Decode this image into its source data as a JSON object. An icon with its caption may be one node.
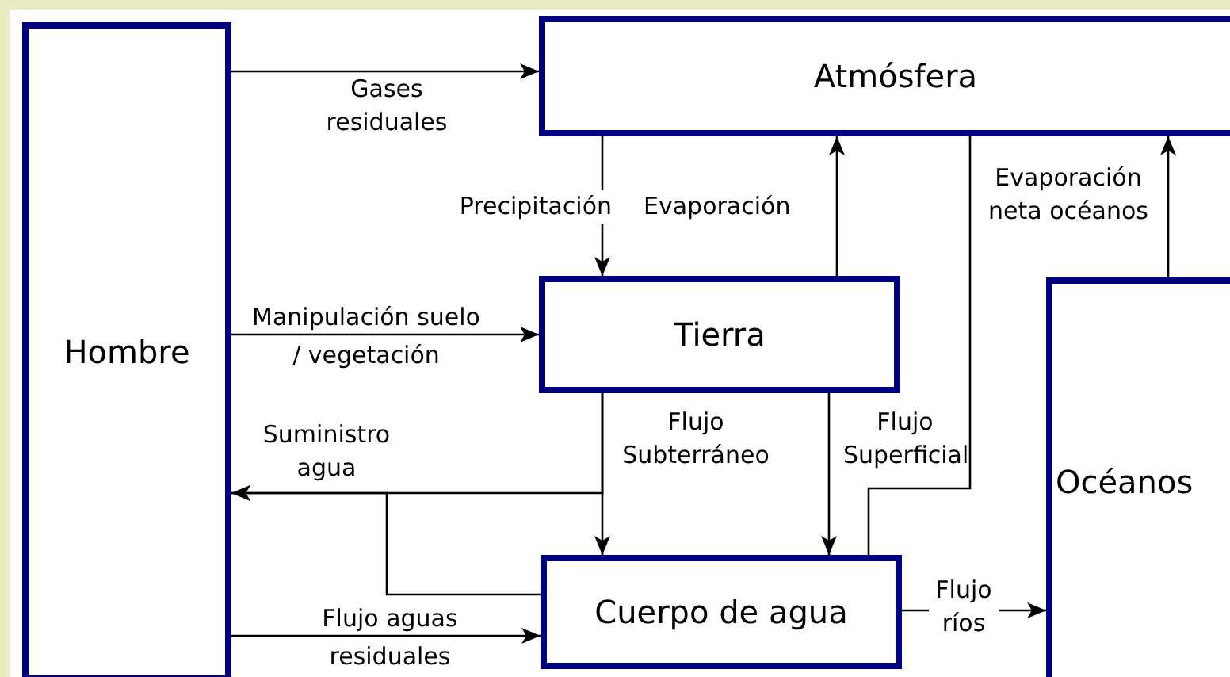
{
  "diagram": {
    "nodes": [
      {
        "text": [
          "Hombre"
        ]
      },
      {
        "text": [
          "Atmósfera"
        ]
      },
      {
        "text": [
          "Tierra"
        ]
      },
      {
        "text": [
          "Cuerpo de agua"
        ]
      },
      {
        "text": [
          "Océanos"
        ]
      }
    ],
    "edges": [
      {
        "from": 0,
        "to": 1,
        "arrow": "to",
        "label": "Gases residuales"
      },
      {
        "from": 1,
        "to": 2,
        "arrow": "to",
        "label": "Precipitación"
      },
      {
        "from": 2,
        "to": 1,
        "arrow": "to",
        "label": "Evaporación"
      },
      {
        "from": 0,
        "to": 2,
        "arrow": "to",
        "label": "Manipulación suelo / vegetación"
      },
      {
        "from": 2,
        "to": 3,
        "arrow": "to",
        "label": "Flujo Subterráneo"
      },
      {
        "from": 2,
        "to": 0,
        "arrow": "to",
        "label": "Suministro agua"
      },
      {
        "from": 3,
        "to": 0,
        "arrow": "to"
      },
      {
        "from": 2,
        "to": 3,
        "arrow": "to"
      },
      {
        "from": 1,
        "to": 3,
        "arrow": "none",
        "label": "Flujo Superficial"
      },
      {
        "from": 4,
        "to": 1,
        "arrow": "to",
        "label": "Evaporación neta océanos"
      },
      {
        "from": 0,
        "to": 3,
        "arrow": "to",
        "label": "Flujo aguas residuales"
      },
      {
        "from": 3,
        "to": 4,
        "arrow": "to",
        "label": "Flujo ríos"
      }
    ]
  }
}
